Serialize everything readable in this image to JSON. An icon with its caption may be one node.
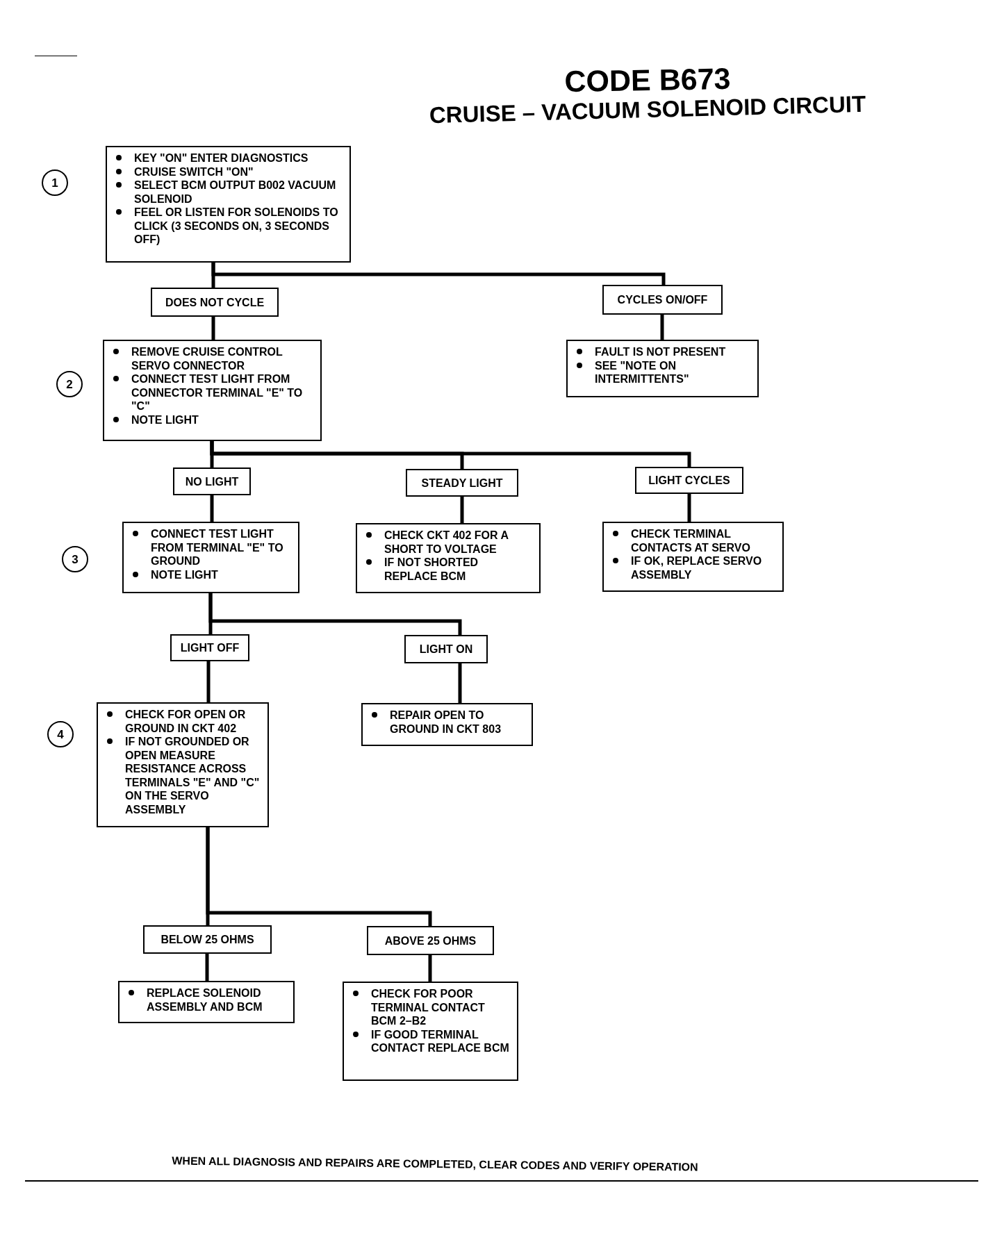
{
  "diagram": {
    "title": "CODE B673",
    "caption": "WHEN ALL DIAGNOSIS AND REPAIRS ARE COMPLETED, CLEAR CODES AND VERIFY OPERATION",
    "labels": [
      "CRUISE – VACUUM SOLENOID CIRCUIT"
    ],
    "nodes": [
      {
        "text": [
          "1"
        ]
      },
      {
        "text": [
          "KEY \"ON\" ENTER DIAGNOSTICS",
          "CRUISE SWITCH \"ON\"",
          "SELECT BCM OUTPUT B002 VACUUM SOLENOID",
          "FEEL OR LISTEN FOR SOLENOIDS TO CLICK (3 SECONDS ON, 3 SECONDS OFF)"
        ]
      },
      {
        "text": [
          "DOES NOT CYCLE"
        ]
      },
      {
        "text": [
          "CYCLES ON/OFF"
        ]
      },
      {
        "text": [
          "2"
        ]
      },
      {
        "text": [
          "REMOVE CRUISE CONTROL SERVO CONNECTOR",
          "CONNECT TEST LIGHT FROM CONNECTOR TERMINAL \"E\" TO \"C\"",
          "NOTE LIGHT"
        ]
      },
      {
        "text": [
          "FAULT IS NOT PRESENT",
          "SEE \"NOTE ON INTERMITTENTS\""
        ]
      },
      {
        "text": [
          "NO LIGHT"
        ]
      },
      {
        "text": [
          "STEADY LIGHT"
        ]
      },
      {
        "text": [
          "LIGHT CYCLES"
        ]
      },
      {
        "text": [
          "3"
        ]
      },
      {
        "text": [
          "CONNECT TEST LIGHT FROM TERMINAL \"E\" TO GROUND",
          "NOTE LIGHT"
        ]
      },
      {
        "text": [
          "CHECK CKT 402 FOR A SHORT TO VOLTAGE",
          "IF NOT SHORTED REPLACE BCM"
        ]
      },
      {
        "text": [
          "CHECK TERMINAL CONTACTS AT SERVO",
          "IF OK, REPLACE SERVO ASSEMBLY"
        ]
      },
      {
        "text": [
          "LIGHT OFF"
        ]
      },
      {
        "text": [
          "LIGHT ON"
        ]
      },
      {
        "text": [
          "4"
        ]
      },
      {
        "text": [
          "CHECK FOR OPEN OR GROUND IN CKT 402",
          "IF NOT GROUNDED OR OPEN MEASURE RESISTANCE ACROSS TERMINALS \"E\" AND \"C\" ON THE SERVO ASSEMBLY"
        ]
      },
      {
        "text": [
          "REPAIR OPEN TO GROUND IN CKT 803"
        ]
      },
      {
        "text": [
          "BELOW 25 OHMS"
        ]
      },
      {
        "text": [
          "ABOVE 25 OHMS"
        ]
      },
      {
        "text": [
          "REPLACE SOLENOID ASSEMBLY AND BCM"
        ]
      },
      {
        "text": [
          "CHECK FOR POOR TERMINAL CONTACT BCM 2–B2",
          "IF GOOD TERMINAL CONTACT REPLACE BCM"
        ]
      }
    ],
    "edges": [
      {
        "from": 1,
        "to": 2,
        "arrow": "none"
      },
      {
        "from": 1,
        "to": 3,
        "arrow": "none"
      },
      {
        "from": 2,
        "to": 5,
        "arrow": "none"
      },
      {
        "from": 3,
        "to": 6,
        "arrow": "none"
      },
      {
        "from": 5,
        "to": 7,
        "arrow": "none"
      },
      {
        "from": 5,
        "to": 8,
        "arrow": "none"
      },
      {
        "from": 5,
        "to": 9,
        "arrow": "none"
      },
      {
        "from": 7,
        "to": 11,
        "arrow": "none"
      },
      {
        "from": 8,
        "to": 12,
        "arrow": "none"
      },
      {
        "from": 9,
        "to": 13,
        "arrow": "none"
      },
      {
        "from": 11,
        "to": 14,
        "arrow": "none"
      },
      {
        "from": 11,
        "to": 15,
        "arrow": "none"
      },
      {
        "from": 14,
        "to": 17,
        "arrow": "none"
      },
      {
        "from": 15,
        "to": 18,
        "arrow": "none"
      },
      {
        "from": 17,
        "to": 19,
        "arrow": "none"
      },
      {
        "from": 17,
        "to": 20,
        "arrow": "none"
      },
      {
        "from": 19,
        "to": 21,
        "arrow": "none"
      },
      {
        "from": 20,
        "to": 22,
        "arrow": "none"
      }
    ]
  }
}
